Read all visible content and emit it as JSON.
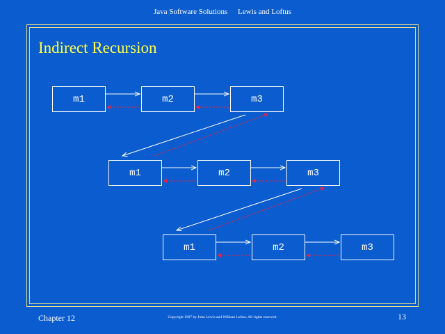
{
  "header": {
    "book": "Java Software Solutions",
    "authors": "Lewis and Loftus"
  },
  "slide": {
    "title": "Indirect Recursion"
  },
  "diagram": {
    "rows": [
      {
        "boxes": [
          "m1",
          "m2",
          "m3"
        ]
      },
      {
        "boxes": [
          "m1",
          "m2",
          "m3"
        ]
      },
      {
        "boxes": [
          "m1",
          "m2",
          "m3"
        ]
      }
    ],
    "colors": {
      "call_arrow": "#ffffff",
      "return_arrow": "#e0254a",
      "box_border": "#ffffff"
    }
  },
  "footer": {
    "chapter": "Chapter 12",
    "copyright": "Copyright 1997 by John Lewis and William Loftus.  All rights reserved.",
    "page": "13"
  },
  "colors": {
    "background": "#0a5ccf",
    "title": "#ffff4a",
    "frame": "#e9e08a"
  }
}
